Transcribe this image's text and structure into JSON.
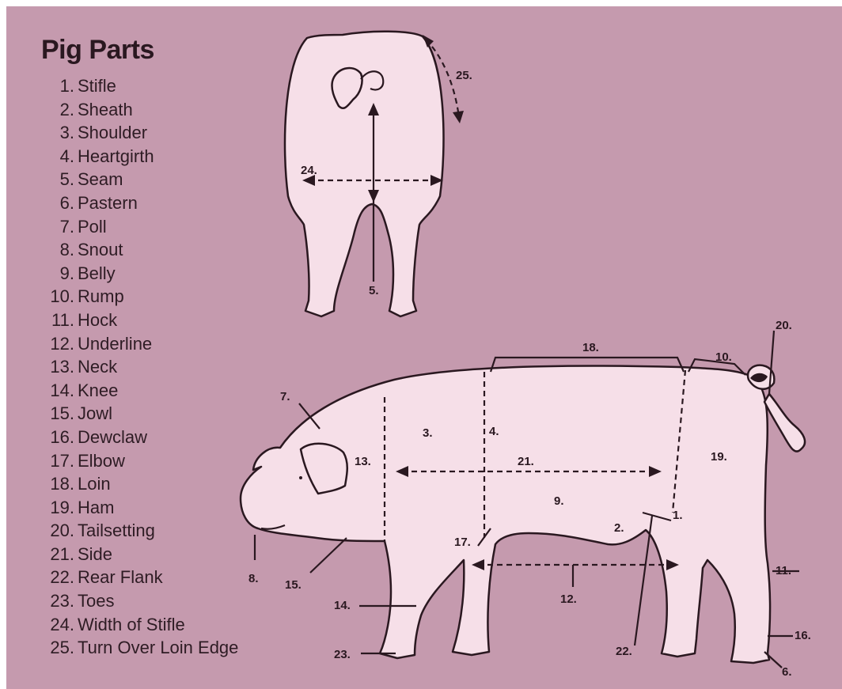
{
  "title": "Pig Parts",
  "parts": [
    {
      "num": "1.",
      "name": "Stifle"
    },
    {
      "num": "2.",
      "name": "Sheath"
    },
    {
      "num": "3.",
      "name": "Shoulder"
    },
    {
      "num": "4.",
      "name": "Heartgirth"
    },
    {
      "num": "5.",
      "name": "Seam"
    },
    {
      "num": "6.",
      "name": "Pastern"
    },
    {
      "num": "7.",
      "name": "Poll"
    },
    {
      "num": "8.",
      "name": "Snout"
    },
    {
      "num": "9.",
      "name": "Belly"
    },
    {
      "num": "10.",
      "name": "Rump"
    },
    {
      "num": "11.",
      "name": "Hock"
    },
    {
      "num": "12.",
      "name": "Underline"
    },
    {
      "num": "13.",
      "name": "Neck"
    },
    {
      "num": "14.",
      "name": "Knee"
    },
    {
      "num": "15.",
      "name": "Jowl"
    },
    {
      "num": "16.",
      "name": "Dewclaw"
    },
    {
      "num": "17.",
      "name": "Elbow"
    },
    {
      "num": "18.",
      "name": "Loin"
    },
    {
      "num": "19.",
      "name": "Ham"
    },
    {
      "num": "20.",
      "name": "Tailsetting"
    },
    {
      "num": "21.",
      "name": "Side"
    },
    {
      "num": "22.",
      "name": "Rear Flank"
    },
    {
      "num": "23.",
      "name": "Toes"
    },
    {
      "num": "24.",
      "name": "Width of Stifle"
    },
    {
      "num": "25.",
      "name": "Turn Over Loin Edge"
    }
  ],
  "colors": {
    "background": "#c59aae",
    "pig_fill": "#f6dfe8",
    "outline": "#2a1820"
  }
}
